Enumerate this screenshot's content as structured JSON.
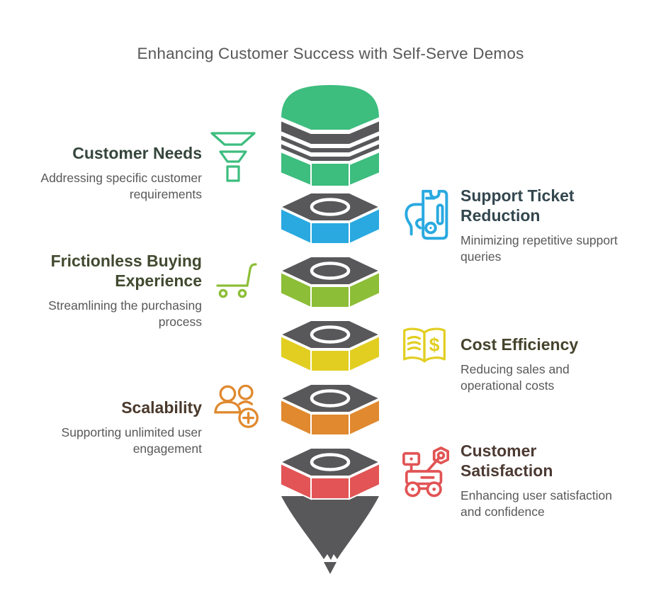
{
  "title": "Enhancing Customer Success with Self-Serve Demos",
  "colors": {
    "title_text": "#58585a",
    "subtitle_text": "#58585a",
    "funnel_dark_gray": "#58585a",
    "green": "#3dbd7e",
    "blue": "#29a9e0",
    "lime": "#8cbe37",
    "yellow": "#e2ce21",
    "orange": "#e0892f",
    "red": "#e25455",
    "heading_green": "#35463c",
    "heading_lime": "#414a30",
    "heading_orange_brown": "#4a392c",
    "heading_blue_slate": "#33474f",
    "heading_olive": "#45432c",
    "heading_red_brown": "#4c3a33"
  },
  "left_items": [
    {
      "heading": "Customer Needs",
      "subtitle": "Addressing specific customer requirements",
      "icon": "funnel-icon",
      "accent": "#3dbd7e",
      "heading_color": "#35463c"
    },
    {
      "heading": "Frictionless Buying Experience",
      "subtitle": "Streamlining the purchasing process",
      "icon": "cart-icon",
      "accent": "#8cbe37",
      "heading_color": "#414a30"
    },
    {
      "heading": "Scalability",
      "subtitle": "Supporting unlimited user engagement",
      "icon": "people-plus-icon",
      "accent": "#e0892f",
      "heading_color": "#4a392c"
    }
  ],
  "right_items": [
    {
      "heading": "Support Ticket Reduction",
      "subtitle": "Minimizing repetitive support queries",
      "icon": "ticket-icon",
      "accent": "#29a9e0",
      "heading_color": "#33474f"
    },
    {
      "heading": "Cost Efficiency",
      "subtitle": "Reducing sales and operational costs",
      "icon": "book-dollar-icon",
      "accent": "#e2ce21",
      "heading_color": "#45432c"
    },
    {
      "heading": "Customer Satisfaction",
      "subtitle": "Enhancing user satisfaction and confidence",
      "icon": "rover-icon",
      "accent": "#e25455",
      "heading_color": "#4c3a33"
    }
  ],
  "funnel": {
    "segments": [
      {
        "name": "top-dome",
        "fill": "#3dbd7e",
        "gray": "#58585a"
      },
      {
        "name": "segment-blue",
        "fill": "#29a9e0",
        "gray": "#58585a"
      },
      {
        "name": "segment-lime",
        "fill": "#8cbe37",
        "gray": "#58585a"
      },
      {
        "name": "segment-yellow",
        "fill": "#e2ce21",
        "gray": "#58585a"
      },
      {
        "name": "segment-orange",
        "fill": "#e0892f",
        "gray": "#58585a"
      },
      {
        "name": "segment-red",
        "fill": "#e25455",
        "gray": "#58585a"
      }
    ],
    "cone_fill": "#58585a",
    "book_dollar_glyph": "$"
  }
}
